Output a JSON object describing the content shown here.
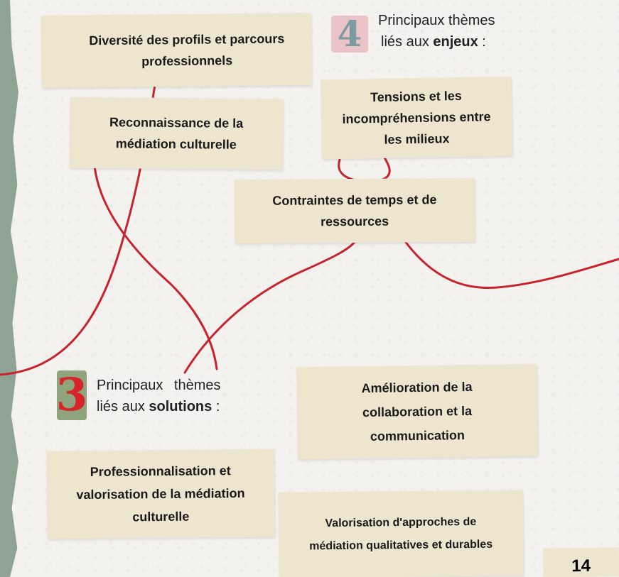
{
  "enjeux": {
    "number": "4",
    "heading_line1": "Principaux thèmes",
    "heading_prefix": "liés aux",
    "heading_keyword": "enjeux",
    "heading_suffix": " :",
    "items": [
      "Diversité des profils et parcours professionnels",
      "Reconnaissance de la médiation culturelle",
      "Tensions et les incompréhensions entre les milieux",
      "Contraintes de temps et de ressources"
    ]
  },
  "solutions": {
    "number": "3",
    "heading_line1": "Principaux thèmes",
    "heading_prefix": "liés aux",
    "heading_keyword": "solutions",
    "heading_suffix": " :",
    "items": [
      "Amélioration de la collaboration et la communication",
      "Professionnalisation et valorisation de la médiation culturelle",
      "Valorisation d'approches de médiation qualitatives et durables"
    ]
  },
  "page_number": "14",
  "colors": {
    "line": "#c8232c",
    "tape": "#eee5cf",
    "paper": "#f3f2ef",
    "background": "#8fa392",
    "number4": "#7a9aa0",
    "number4_bg": "#e9c3c6",
    "number3": "#d8232a",
    "number3_bg": "#8fa37d"
  }
}
